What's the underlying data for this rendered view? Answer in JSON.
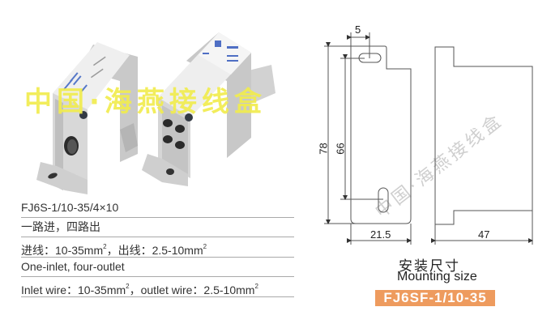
{
  "watermark": {
    "text": "中国·海燕接线盒",
    "color": "#f1ec4f"
  },
  "products": [
    {
      "name": "single-inlet-side",
      "holes": 1
    },
    {
      "name": "four-outlet-side",
      "holes": 4
    }
  ],
  "specs": [
    {
      "text": "FJ6S-1/10-35/4×10"
    },
    {
      "text": "一路进，四路出"
    },
    {
      "prefix": "进线：10-35mm",
      "sup1": "2",
      "mid": "，出线：2.5-10mm",
      "sup2": "2"
    },
    {
      "text": "One-inlet, four-outlet"
    },
    {
      "prefix": "Inlet wire：10-35mm",
      "sup1": "2",
      "mid": "，outlet wire：2.5-10mm",
      "sup2": "2"
    }
  ],
  "drawing": {
    "dimensions": {
      "slot_width": "5",
      "total_height": "78",
      "hole_spacing": "66",
      "front_width": "21.5",
      "depth": "47"
    },
    "watermark": "中国·海燕接线盒",
    "line_color": "#555555"
  },
  "caption": {
    "cn": "安装尺寸",
    "en": "Mounting size",
    "model": "FJ6SF-1/10-35",
    "badge_color": "#ee9b5e"
  }
}
